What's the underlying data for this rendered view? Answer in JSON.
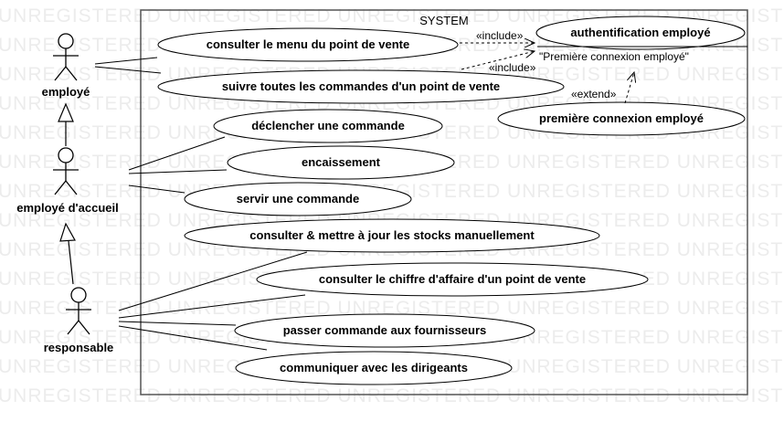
{
  "watermark": "UNREGISTERED UNREGISTERED UNREGISTERED UNREGISTERED UNREGISTERED UNREGISTERED",
  "system": {
    "title": "SYSTEM"
  },
  "actors": {
    "employe": "employé",
    "accueil": "employé d'accueil",
    "responsable": "responsable"
  },
  "use_cases": {
    "menu": "consulter le menu du point de vente",
    "suivre": "suivre toutes les commandes d'un point de vente",
    "declencher": "déclencher une commande",
    "encaissement": "encaissement",
    "servir": "servir une commande",
    "stocks": "consulter & mettre à jour les stocks manuellement",
    "chiffre": "consulter le chiffre d'affaire d'un point de vente",
    "fournisseurs": "passer commande aux fournisseurs",
    "dirigeants": "communiquer avec les dirigeants",
    "premiere": "première connexion employé",
    "auth": "authentification employé"
  },
  "auth_extension_point": "\"Première connexion employé\"",
  "stereotypes": {
    "include": "«include»",
    "extend": "«extend»"
  }
}
